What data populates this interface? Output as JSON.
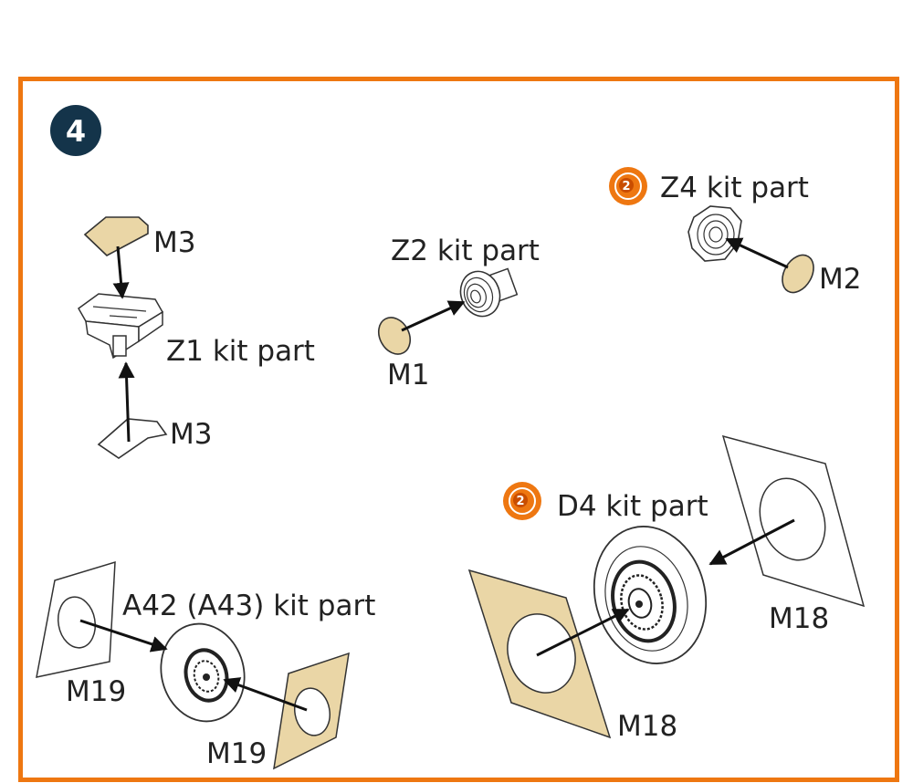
{
  "step": {
    "number": "4"
  },
  "colors": {
    "frame": "#ee7711",
    "badge": "#14344a",
    "etch": "#ead6a6",
    "icon": "#ee7711"
  },
  "icons": {
    "warning_note": "circled-2-refer-icon"
  },
  "labels": {
    "m3_top": "M3",
    "z1": "Z1 kit part",
    "m3_bottom": "M3",
    "z2": "Z2 kit part",
    "m1": "M1",
    "z4": "Z4 kit part",
    "m2": "M2",
    "d4": "D4 kit part",
    "m18_right": "M18",
    "m18_left": "M18",
    "a42": "A42 (A43) kit part",
    "m19_left": "M19",
    "m19_bottom": "M19"
  },
  "icon_numbers": {
    "z4": "2",
    "d4": "2"
  }
}
